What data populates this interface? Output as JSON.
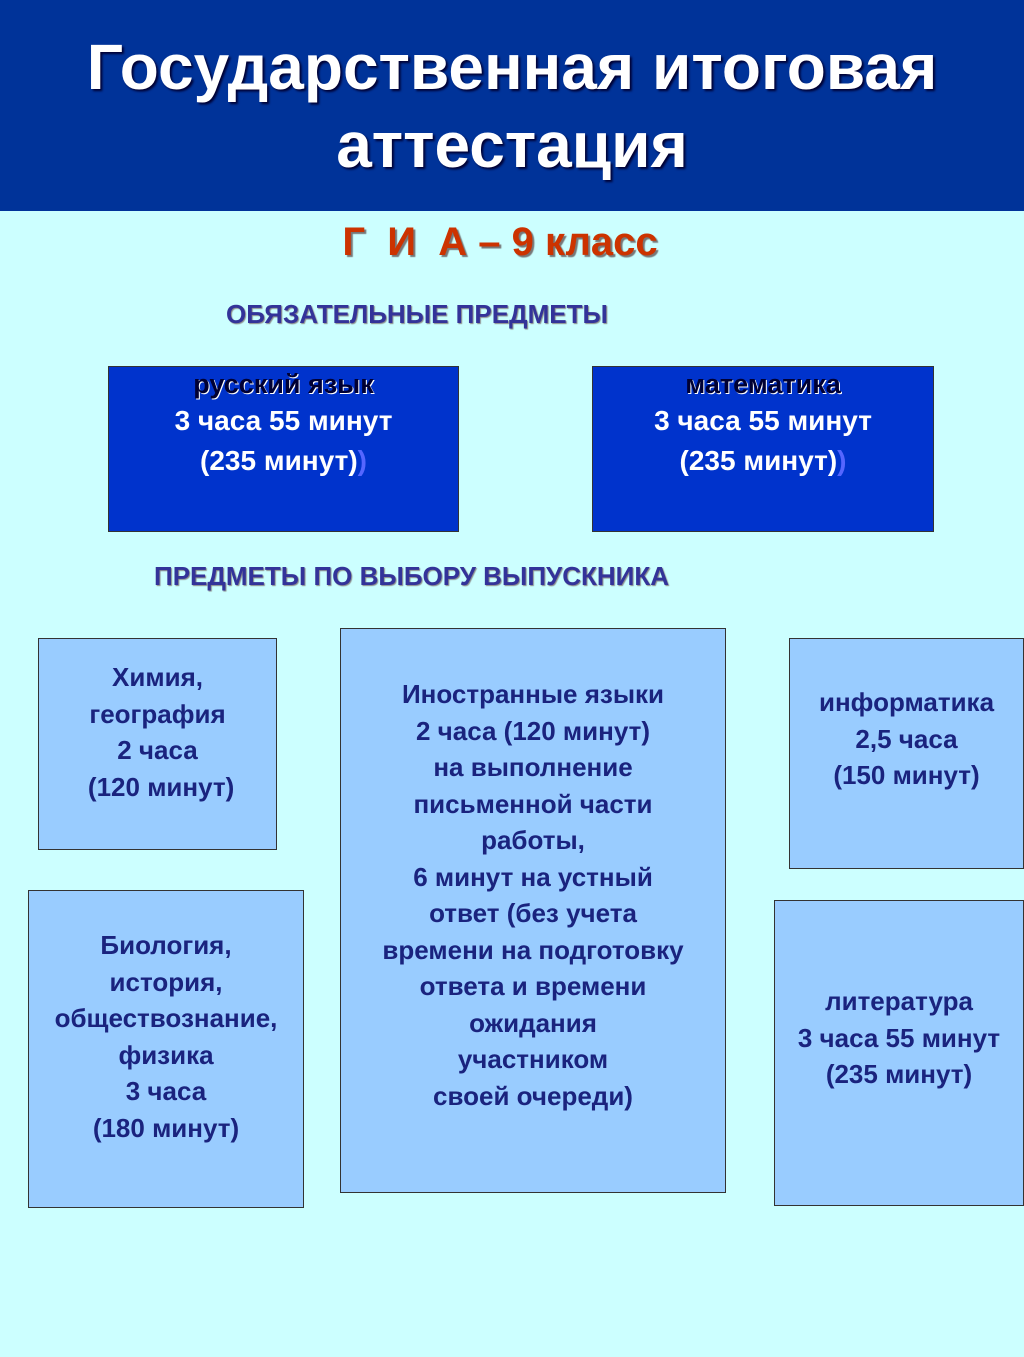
{
  "header": {
    "title_line1": "Государственная итоговая",
    "title_line2": "аттестация"
  },
  "subtitle": "Г  И  А – 9 класс",
  "mandatory": {
    "heading": "ОБЯЗАТЕЛЬНЫЕ ПРЕДМЕТЫ",
    "boxes": [
      {
        "name": "русский язык",
        "time": "3 часа 55 минут",
        "minutes": "(235 минут)",
        "extra": ")"
      },
      {
        "name": "математика",
        "time": "3 часа 55 минут",
        "minutes": "(235 минут)",
        "extra": ")"
      }
    ]
  },
  "elective": {
    "heading": "ПРЕДМЕТЫ ПО ВЫБОРУ ВЫПУСКНИКА",
    "boxes": [
      {
        "lines": [
          "Химия,",
          "география",
          "2 часа",
          " (120 минут)"
        ]
      },
      {
        "lines": [
          "Иностранные языки",
          "2 часа (120 минут)",
          "на выполнение",
          "письменной части",
          "работы,",
          "6 минут на устный",
          "ответ (без учета",
          "времени на подготовку",
          "ответа и времени",
          "ожидания",
          "участником",
          "своей очереди)"
        ]
      },
      {
        "lines": [
          "информатика",
          "2,5 часа",
          "(150 минут)"
        ]
      },
      {
        "lines": [
          "Биология,",
          "история,",
          "обществознание,",
          "физика",
          "3 часа",
          "(180 минут)"
        ]
      },
      {
        "lines": [
          "литература",
          "3 часа 55 минут",
          "(235 минут)"
        ]
      }
    ]
  },
  "colors": {
    "header_bg": "#003399",
    "page_bg": "#ccffff",
    "subtitle": "#cc3300",
    "dark_box": "#0033cc",
    "light_box": "#99ccff"
  }
}
